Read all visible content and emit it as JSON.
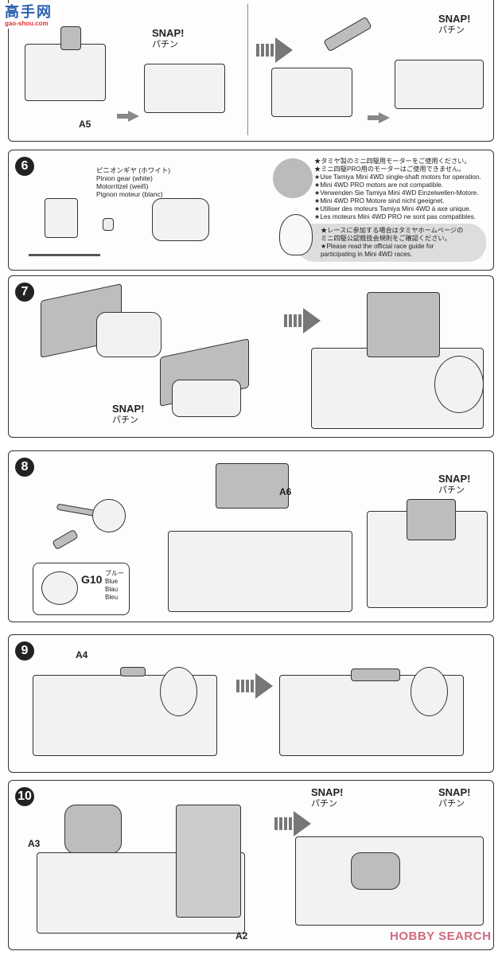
{
  "watermark_top": {
    "text": "高手网",
    "sub": "gao-shou.com"
  },
  "watermark_bottom": {
    "text": "HOBBY SEARCH"
  },
  "step5": {
    "part_label": "A5",
    "snap": "SNAP!",
    "snap_jp": "パチン",
    "snap2": "SNAP!",
    "snap2_jp": "パチン"
  },
  "step6": {
    "number": "6",
    "pinion_label_jp": "ピニオンギヤ (ホワイト)",
    "pinion_label_en": "Pinion gear (white)",
    "pinion_label_de": "Motorritzel (weiß)",
    "pinion_label_fr": "Pignon moteur (blanc)",
    "notes": [
      "★タミヤ製のミニ四駆用モーターをご使用ください。",
      "★ミニ四駆PRO用のモーターはご使用できません。",
      "★Use Tamiya Mini 4WD single-shaft motors for operation.",
      "★Mini 4WD PRO motors are not compatible.",
      "★Verwenden Sie Tamiya Mini 4WD Einzelwellen-Motore.",
      "★Mini 4WD PRO Motore sind nicht geeignet.",
      "★Utiliser des moteurs Tamiya Mini 4WD à axe unique.",
      "★Les moteurs Mini 4WD PRO ne sont pas compatibles."
    ],
    "race_notes": [
      "★レースに参加する場合はタミヤホームページの",
      "ミニ四駆公認競技会規則をご確認ください。",
      "★Please read the official race guide for",
      "participating in Mini 4WD races."
    ]
  },
  "step7": {
    "number": "7",
    "snap": "SNAP!",
    "snap_jp": "パチン"
  },
  "step8": {
    "number": "8",
    "part_label": "A6",
    "snap": "SNAP!",
    "snap_jp": "パチン",
    "gear": {
      "code": "G10",
      "color_jp": "ブルー",
      "color_en": "Blue",
      "color_de": "Blau",
      "color_fr": "Bleu"
    }
  },
  "step9": {
    "number": "9",
    "part_label": "A4"
  },
  "step10": {
    "number": "10",
    "part_a3": "A3",
    "part_a2": "A2",
    "snap": "SNAP!",
    "snap_jp": "パチン",
    "snap2": "SNAP!",
    "snap2_jp": "パチン"
  }
}
